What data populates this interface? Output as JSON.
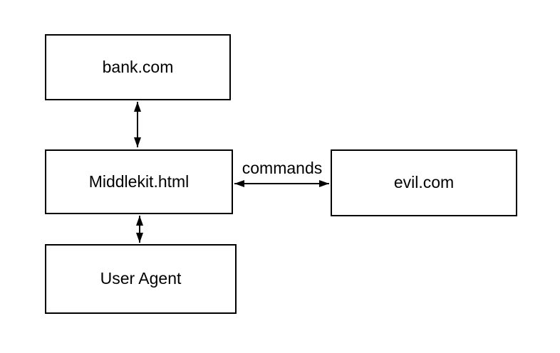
{
  "diagram": {
    "background_color": "#ffffff",
    "stroke_color": "#000000",
    "text_color": "#000000",
    "nodes": [
      {
        "id": "bank",
        "label": "bank.com"
      },
      {
        "id": "middlekit",
        "label": "Middlekit.html"
      },
      {
        "id": "user-agent",
        "label": "User Agent"
      },
      {
        "id": "evil",
        "label": "evil.com"
      }
    ],
    "edges": [
      {
        "from": "bank.com",
        "to": "Middlekit.html",
        "direction": "bidirectional",
        "label": ""
      },
      {
        "from": "Middlekit.html",
        "to": "User Agent",
        "direction": "bidirectional",
        "label": ""
      },
      {
        "from": "Middlekit.html",
        "to": "evil.com",
        "direction": "bidirectional",
        "label": "commands"
      }
    ]
  }
}
